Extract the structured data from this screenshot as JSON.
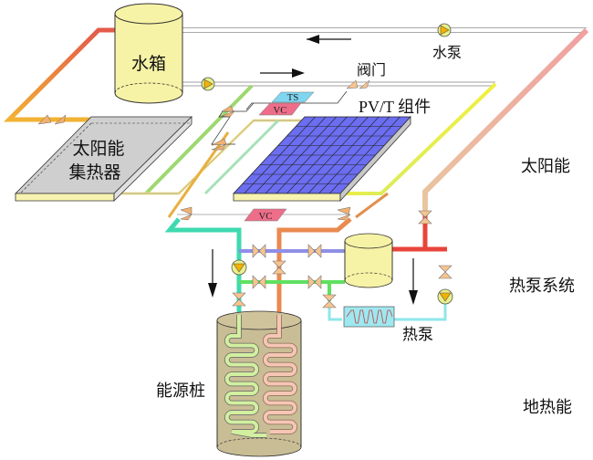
{
  "diagram": {
    "title": "PV/T - solar - heat pump - ground source system",
    "components": {
      "water_tank": "水箱",
      "water_pump": "水泵",
      "valve": "阀门",
      "pvt_module": "PV/T 组件",
      "solar_collector_line1": "太阳能",
      "solar_collector_line2": "集热器",
      "heat_pump": "热泵",
      "energy_pile": "能源桩"
    },
    "sensor_tags": {
      "ts": "TS",
      "vc_top": "VC",
      "vc_bottom": "VC"
    },
    "subsystem_labels": {
      "solar": "太阳能",
      "heat_pump_system": "热泵系统",
      "geothermal": "地热能"
    },
    "flow_arrows": [
      "left",
      "right",
      "down",
      "down"
    ],
    "colors": {
      "tank_fill": "#f7f3a6",
      "collector_fill": "#cfcfcf",
      "pv_cells": "#6b6ef0",
      "pile_fill": "#c9bd95",
      "valve_fill": "#f7c48f",
      "pump_fill": "#f5b100",
      "pipe_hot": "#e8443a",
      "pipe_orange": "#e98a50",
      "pipe_teal": "#3fd9b0",
      "pipe_green": "#5fe060",
      "pipe_blue": "#8f8fe6",
      "pipe_cyan": "#8ee6ea",
      "tag_ts": "#7fd6f0",
      "tag_vc": "#ee6e8a"
    }
  }
}
